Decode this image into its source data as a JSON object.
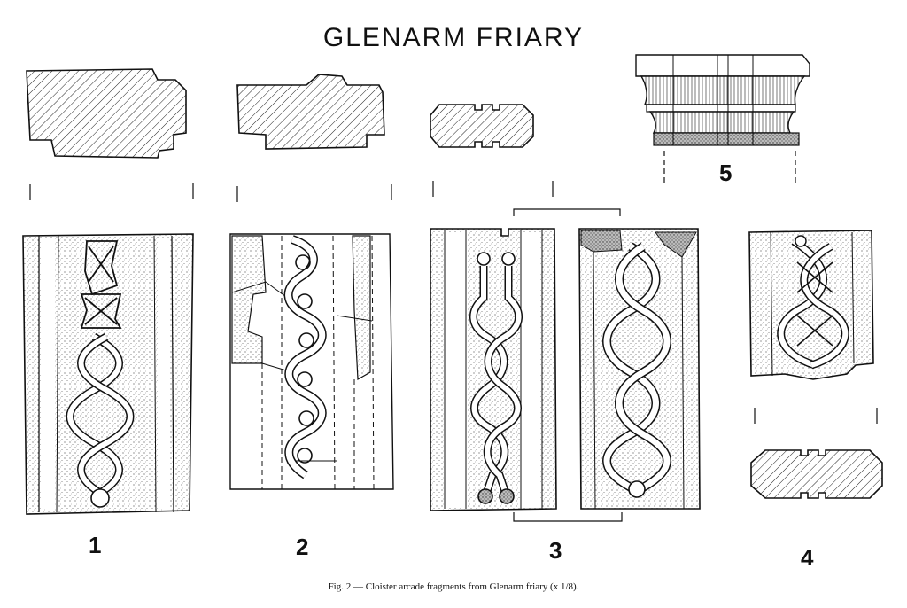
{
  "figure": {
    "title": "GLENARM FRIARY",
    "caption": "Fig. 2 — Cloister arcade fragments from Glenarm friary (x 1/8).",
    "fragments": [
      {
        "label": "1",
        "ornament": "knot-and-twist-interlace"
      },
      {
        "label": "2",
        "ornament": "foliate-scroll"
      },
      {
        "label": "3",
        "ornament": "plait-interlace-two-faces"
      },
      {
        "label": "4",
        "ornament": "knot-interlace"
      },
      {
        "label": "5",
        "ornament": "moulded-capital"
      }
    ]
  }
}
